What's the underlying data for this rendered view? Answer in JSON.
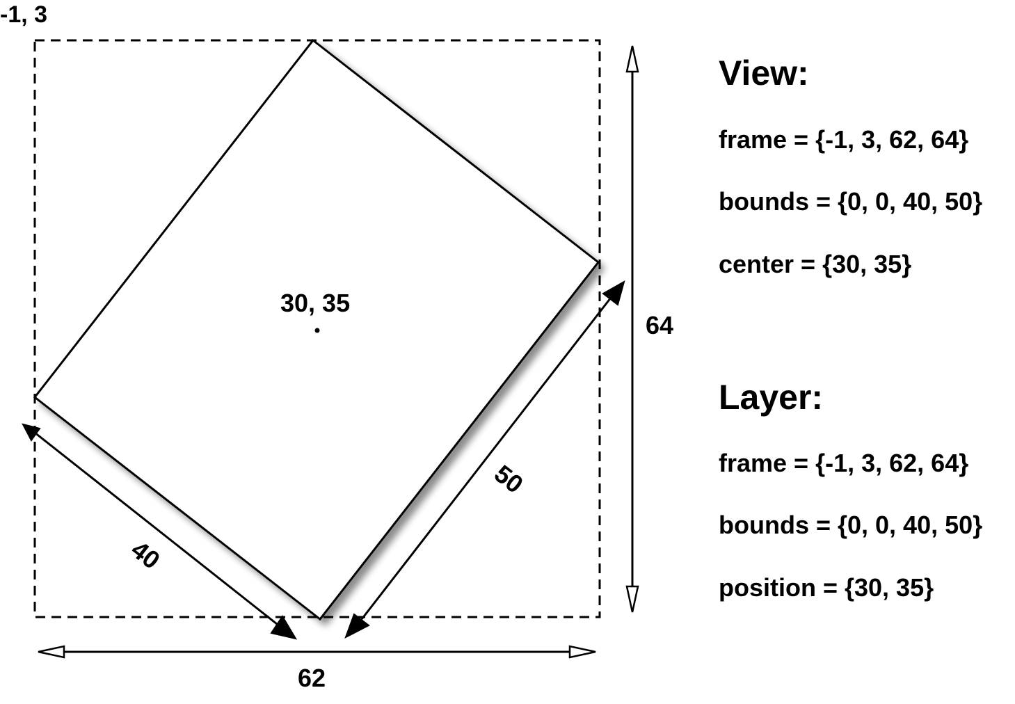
{
  "diagram": {
    "origin_label": "-1, 3",
    "center_label": "30, 35",
    "width_label": "62",
    "height_label": "64",
    "side_40_label": "40",
    "side_50_label": "50"
  },
  "view": {
    "heading": "View:",
    "frame": "frame = {-1, 3, 62, 64}",
    "bounds": "bounds = {0, 0, 40, 50}",
    "center": "center = {30, 35}"
  },
  "layer": {
    "heading": "Layer:",
    "frame": "frame = {-1, 3, 62, 64}",
    "bounds": "bounds = {0, 0, 40, 50}",
    "position": "position = {30, 35}"
  },
  "colors": {
    "stroke": "#000000",
    "background": "#ffffff"
  }
}
